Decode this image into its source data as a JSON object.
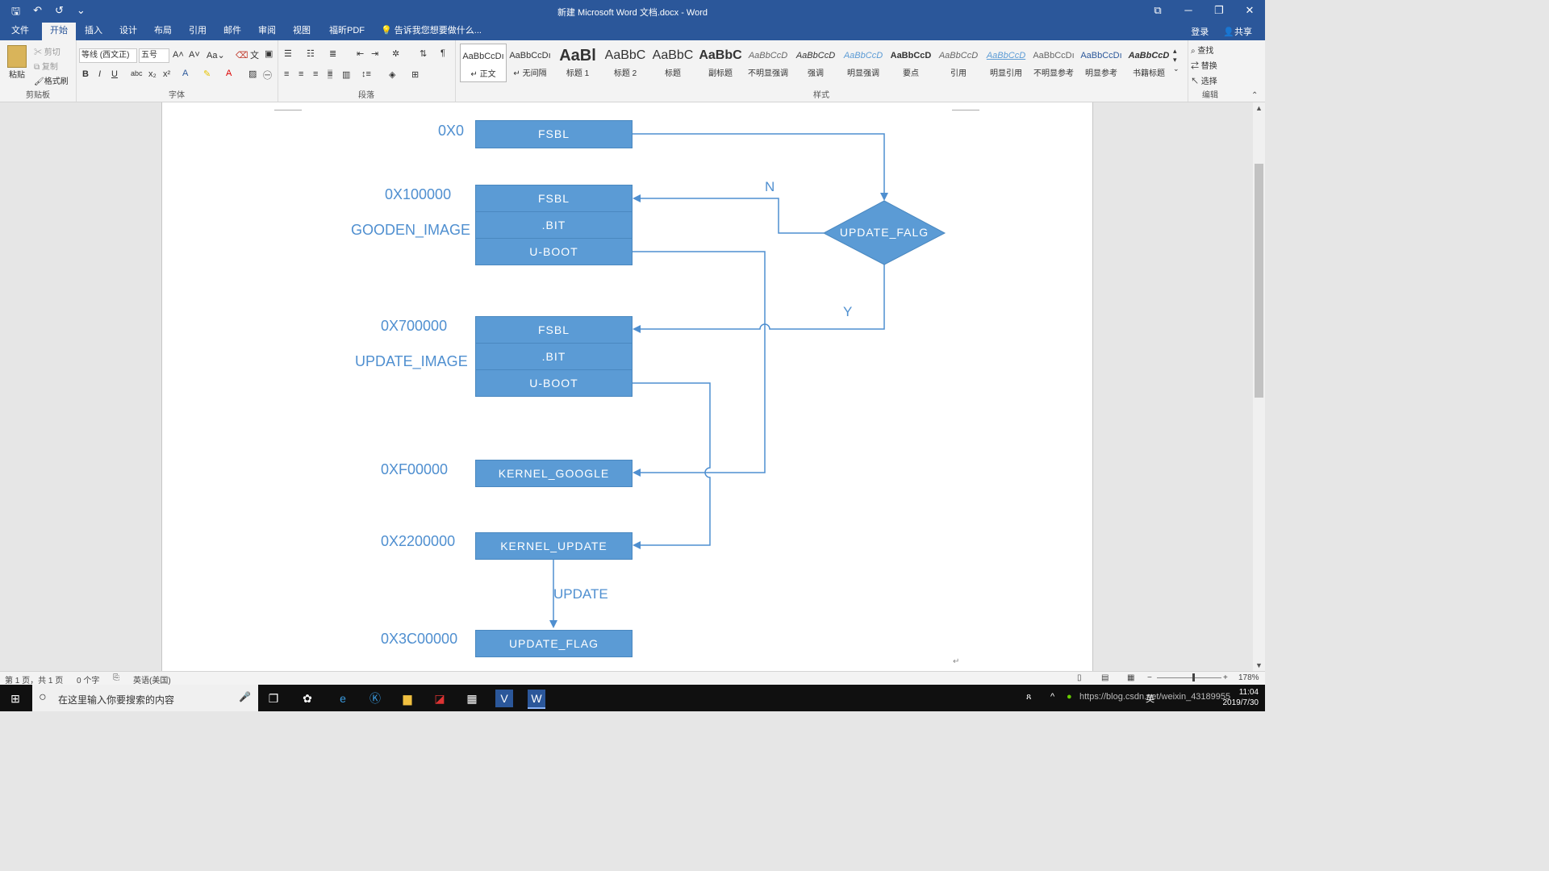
{
  "window": {
    "title": "新建 Microsoft Word 文档.docx - Word",
    "qat": [
      "🖫",
      "↶",
      "↺",
      "⌄"
    ],
    "controls": [
      "⧉",
      "─",
      "❐",
      "✕"
    ]
  },
  "tabs": {
    "items": [
      "文件",
      "开始",
      "插入",
      "设计",
      "布局",
      "引用",
      "邮件",
      "审阅",
      "视图",
      "福昕PDF"
    ],
    "tell_me": "告诉我您想要做什么...",
    "login": "登录",
    "share": "共享"
  },
  "ribbon": {
    "clipboard": {
      "label": "剪贴板",
      "paste": "粘贴",
      "cut": "剪切",
      "copy": "复制",
      "format_painter": "格式刷"
    },
    "font": {
      "label": "字体",
      "font_name": "等线 (西文正)",
      "font_size": "五号"
    },
    "paragraph": {
      "label": "段落"
    },
    "styles": {
      "label": "样式",
      "items": [
        {
          "preview": "AaBbCcDı",
          "name": "↵ 正文"
        },
        {
          "preview": "AaBbCcDı",
          "name": "↵ 无间隔"
        },
        {
          "preview": "AaBl",
          "name": "标题 1"
        },
        {
          "preview": "AaBbC",
          "name": "标题 2"
        },
        {
          "preview": "AaBbC",
          "name": "标题"
        },
        {
          "preview": "AaBbC",
          "name": "副标题"
        },
        {
          "preview": "AaBbCcD",
          "name": "不明显强调"
        },
        {
          "preview": "AaBbCcD",
          "name": "强调"
        },
        {
          "preview": "AaBbCcD",
          "name": "明显强调"
        },
        {
          "preview": "AaBbCcD",
          "name": "要点"
        },
        {
          "preview": "AaBbCcD",
          "name": "引用"
        },
        {
          "preview": "AaBbCcD",
          "name": "明显引用"
        },
        {
          "preview": "AaBbCcDı",
          "name": "不明显参考"
        },
        {
          "preview": "AaBbCcDı",
          "name": "明显参考"
        },
        {
          "preview": "AaBbCcD",
          "name": "书籍标题"
        }
      ]
    },
    "editing": {
      "label": "编辑",
      "find": "查找",
      "replace": "替换",
      "select": "选择"
    }
  },
  "diagram": {
    "addresses": [
      "0X0",
      "0X100000",
      "GOODEN_IMAGE",
      "0X700000",
      "UPDATE_IMAGE",
      "0XF00000",
      "0X2200000",
      "0X3C00000"
    ],
    "boxes": [
      "FSBL",
      "FSBL",
      ".BIT",
      "U-BOOT",
      "FSBL",
      ".BIT",
      "U-BOOT",
      "KERNEL_GOOGLE",
      "KERNEL_UPDATE",
      "UPDATE_FLAG"
    ],
    "decision": "UPDATE_FALG",
    "labels": {
      "no": "N",
      "yes": "Y",
      "update": "UPDATE"
    },
    "colors": {
      "fill": "#5b9bd5",
      "line": "#4f8fd0"
    }
  },
  "status": {
    "page": "第 1 页，共 1 页",
    "words": "0 个字",
    "language": "英语(美国)",
    "zoom": "178%"
  },
  "taskbar": {
    "search_placeholder": "在这里输入你要搜索的内容",
    "time": "11:04",
    "date": "2019/7/30",
    "ime": "英",
    "watermark": "https://blog.csdn.net/weixin_43189955"
  }
}
